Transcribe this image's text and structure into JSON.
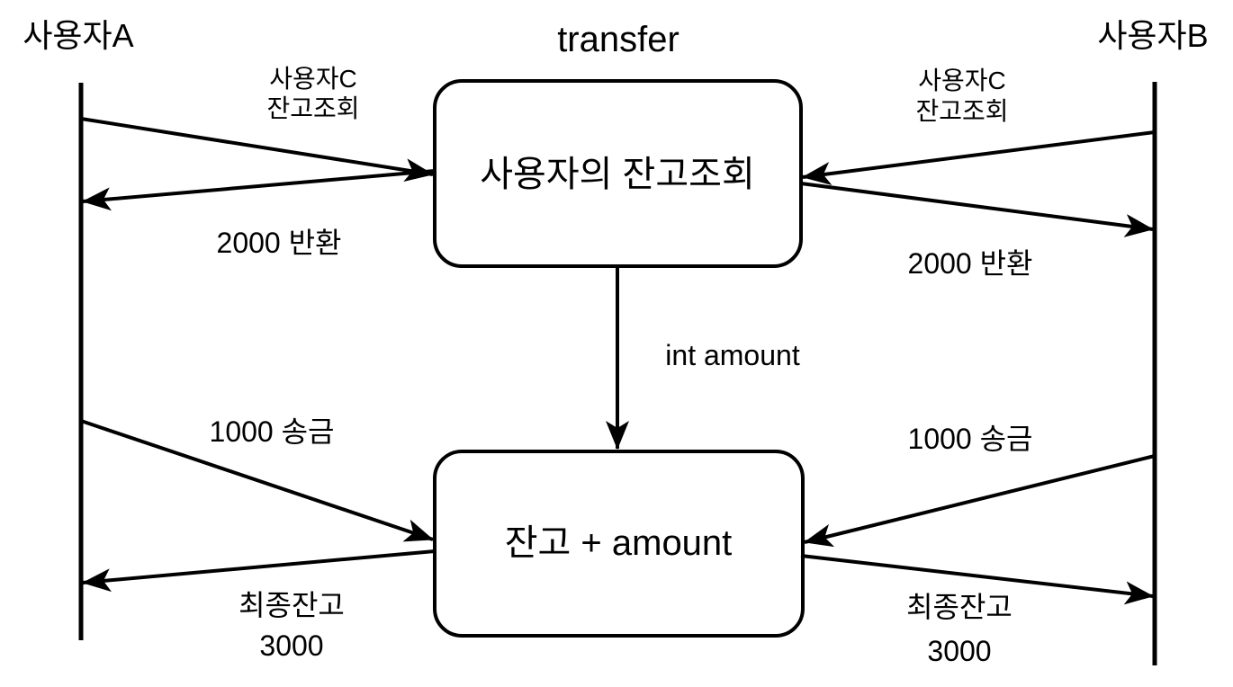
{
  "diagram": {
    "title": "transfer",
    "actors": {
      "left": "사용자A",
      "right": "사용자B"
    },
    "boxes": {
      "balance_check": "사용자의 잔고조회",
      "balance_add": "잔고 + amount"
    },
    "messages": {
      "left_request_line1": "사용자C",
      "left_request_line2": "잔고조회",
      "left_return": "2000 반환",
      "right_request_line1": "사용자C",
      "right_request_line2": "잔고조회",
      "right_return": "2000 반환",
      "amount_param": "int amount",
      "left_send": "1000 송금",
      "right_send": "1000 송금",
      "left_final_line1": "최종잔고",
      "left_final_line2": "3000",
      "right_final_line1": "최종잔고",
      "right_final_line2": "3000"
    },
    "colors": {
      "ink": "#000000",
      "background": "#ffffff"
    }
  }
}
